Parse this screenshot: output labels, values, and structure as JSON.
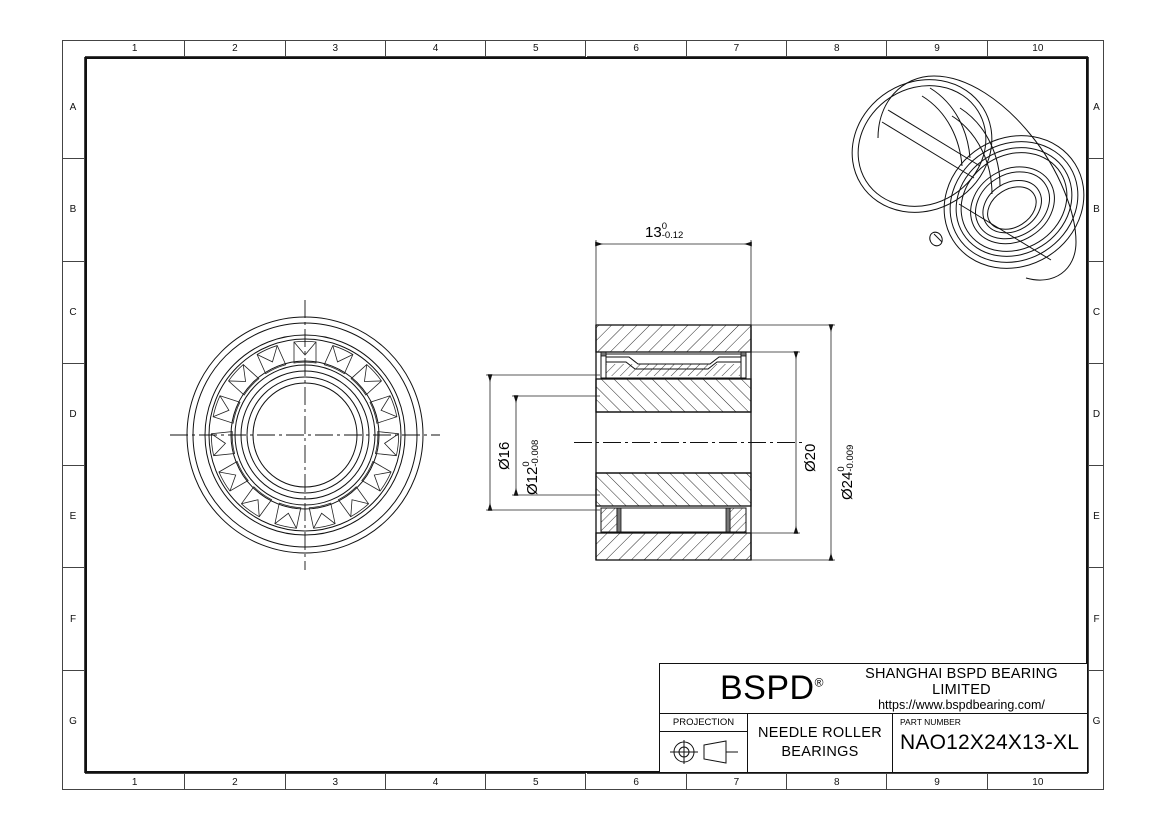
{
  "sheet": {
    "zone_columns": [
      "1",
      "2",
      "3",
      "4",
      "5",
      "6",
      "7",
      "8",
      "9",
      "10"
    ],
    "zone_rows": [
      "A",
      "B",
      "C",
      "D",
      "E",
      "F",
      "G"
    ]
  },
  "dimensions": {
    "width": {
      "value": "13",
      "tol_upper": "0",
      "tol_lower": "-0.12"
    },
    "bore_inner": {
      "value": "Ø12",
      "tol_upper": "0",
      "tol_lower": "-0.008"
    },
    "inner_ring_od": {
      "value": "Ø16",
      "tol_upper": "",
      "tol_lower": ""
    },
    "outer_raceway": {
      "value": "Ø20",
      "tol_upper": "",
      "tol_lower": ""
    },
    "outside_diameter": {
      "value": "Ø24",
      "tol_upper": "0",
      "tol_lower": "-0.009"
    }
  },
  "title_block": {
    "brand": "BSPD",
    "brand_registered": "®",
    "company_name": "SHANGHAI BSPD BEARING LIMITED",
    "company_url": "https://www.bspdbearing.com/",
    "projection_label": "PROJECTION",
    "product_type_line1": "NEEDLE  ROLLER",
    "product_type_line2": "BEARINGS",
    "part_number_label": "PART NUMBER",
    "part_number_value": "NAO12X24X13-XL"
  },
  "views": {
    "front_view_name": "front-circular-view",
    "section_view_name": "cross-section-view",
    "isometric_view_name": "isometric-3d-view"
  },
  "colors": {
    "line": "#111111",
    "frame": "#444444",
    "paper": "#ffffff"
  }
}
